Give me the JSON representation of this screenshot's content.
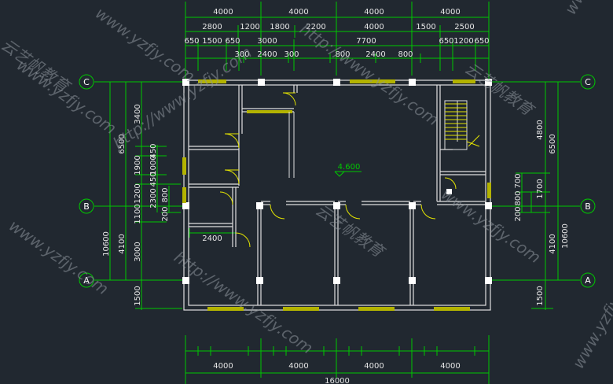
{
  "plan": {
    "elevation": "4.600",
    "axes": [
      "C",
      "B",
      "A"
    ],
    "top_dims": {
      "row1": [
        "4000",
        "4000",
        "4000",
        "4000"
      ],
      "row2": [
        "2800",
        "1200",
        "1800",
        "2200",
        "4000",
        "1500",
        "2500"
      ],
      "row3": [
        "650",
        "1500",
        "650",
        "3000",
        "7700",
        "650",
        "1200",
        "650"
      ],
      "row4": [
        "300",
        "2400",
        "300",
        "800",
        "2400",
        "800"
      ]
    },
    "bottom_dims": {
      "row1": [
        "4000",
        "4000",
        "4000",
        "4000"
      ],
      "total": "16000"
    },
    "left_dims": {
      "outer": [
        "10600"
      ],
      "mid": [
        "6500",
        "4100"
      ],
      "inner": [
        "3400",
        "1900",
        "1200",
        "1100",
        "3000",
        "1500"
      ],
      "small": [
        "450",
        "1000",
        "450",
        "2300",
        "200",
        "800"
      ]
    },
    "right_dims": {
      "outer": [
        "10600"
      ],
      "mid": [
        "6500",
        "4100"
      ],
      "inner": [
        "4800",
        "1700",
        "1500"
      ],
      "small": [
        "700",
        "800",
        "200"
      ]
    },
    "room_dim": "2400"
  },
  "watermarks": {
    "url": "www.yzfjy.com",
    "url2": "http://www.yzfjy.com",
    "brand": "云艺帆教育"
  },
  "colors": {
    "background": "#212830",
    "dim_lines": "#00c800",
    "walls": "#e0e0e0",
    "windows": "#b3b300",
    "doors": "#e6e600"
  }
}
